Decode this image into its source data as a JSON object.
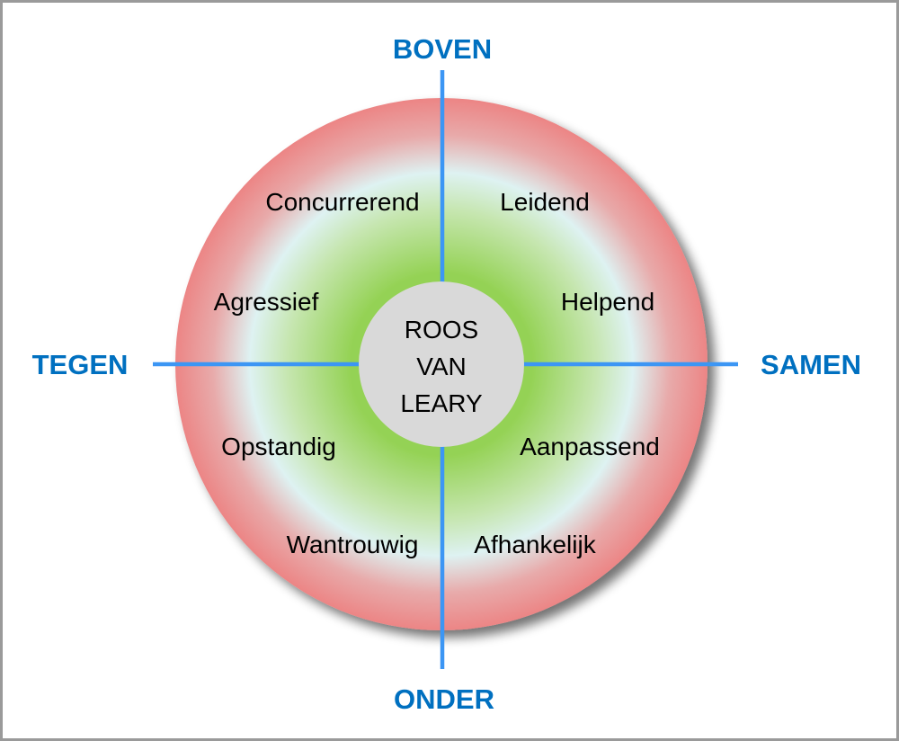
{
  "title": [
    "ROOS",
    "VAN",
    "LEARY"
  ],
  "axes": {
    "top": "BOVEN",
    "bottom": "ONDER",
    "left": "TEGEN",
    "right": "SAMEN"
  },
  "traits": {
    "top_left_outer": "Concurrerend",
    "top_left_inner": "Agressief",
    "top_right_outer": "Leidend",
    "top_right_inner": "Helpend",
    "bottom_left_inner": "Opstandig",
    "bottom_left_outer": "Wantrouwig",
    "bottom_right_inner": "Aanpassend",
    "bottom_right_outer": "Afhankelijk"
  },
  "colors": {
    "axis_label": "#0070c0",
    "axis_line": "#3c96f4",
    "ring_outer": "#ec8585",
    "ring_mid": "#def2f2",
    "ring_inner": "#94d254",
    "center_fill": "#d9d9d9",
    "frame_border": "#9a9a9a"
  }
}
